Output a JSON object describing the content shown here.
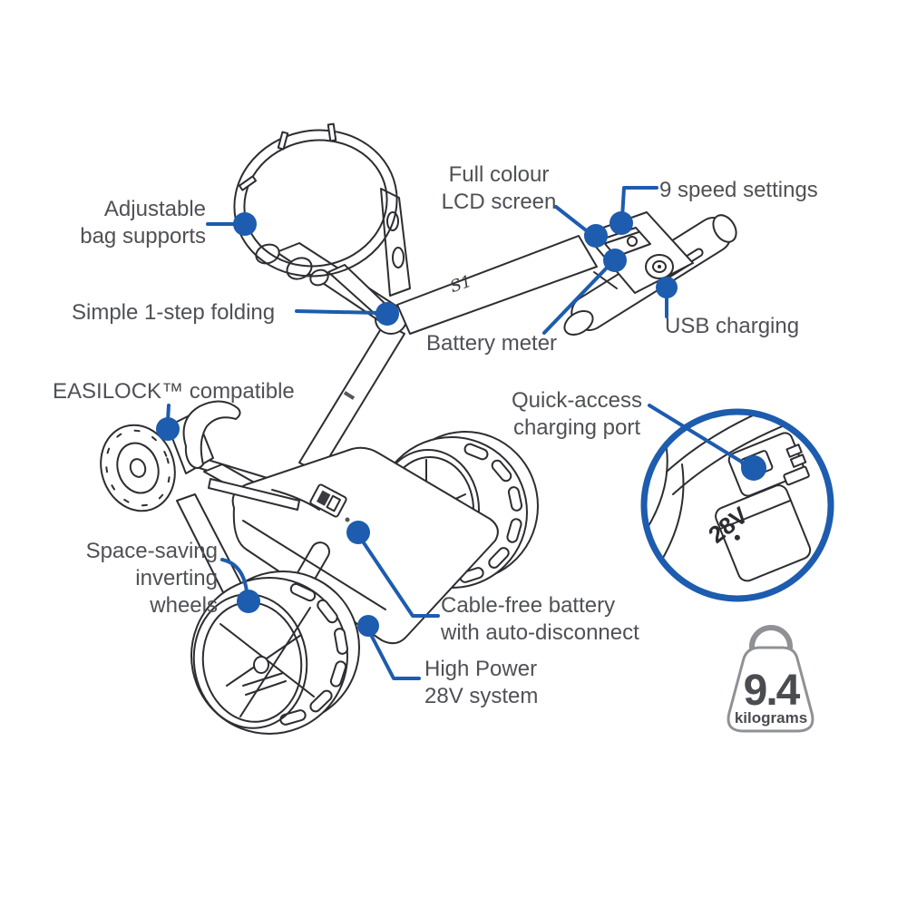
{
  "diagram": {
    "product_mark": "S1",
    "callouts": [
      {
        "id": "bag-supports",
        "label": "Adjustable\nbag supports"
      },
      {
        "id": "lcd-screen",
        "label": "Full colour\nLCD screen"
      },
      {
        "id": "speed-settings",
        "label": "9 speed settings"
      },
      {
        "id": "folding",
        "label": "Simple 1-step folding"
      },
      {
        "id": "battery-meter",
        "label": "Battery meter"
      },
      {
        "id": "usb-charging",
        "label": "USB charging"
      },
      {
        "id": "easilock",
        "label": "EASILOCK™ compatible"
      },
      {
        "id": "inverting-wheels",
        "label": "Space-saving\ninverting wheels"
      },
      {
        "id": "charging-port",
        "label": "Quick-access\ncharging port"
      },
      {
        "id": "cable-free-battery",
        "label": "Cable-free battery\nwith auto-disconnect"
      },
      {
        "id": "high-power",
        "label": "High Power\n28V system"
      }
    ],
    "inset": {
      "battery_label": "28V"
    },
    "weight_badge": {
      "value": "9.4",
      "unit": "kilograms"
    },
    "colors": {
      "accent_blue": "#1d5cae",
      "label_gray": "#4f5156",
      "line_art": "#2d2d32"
    }
  }
}
